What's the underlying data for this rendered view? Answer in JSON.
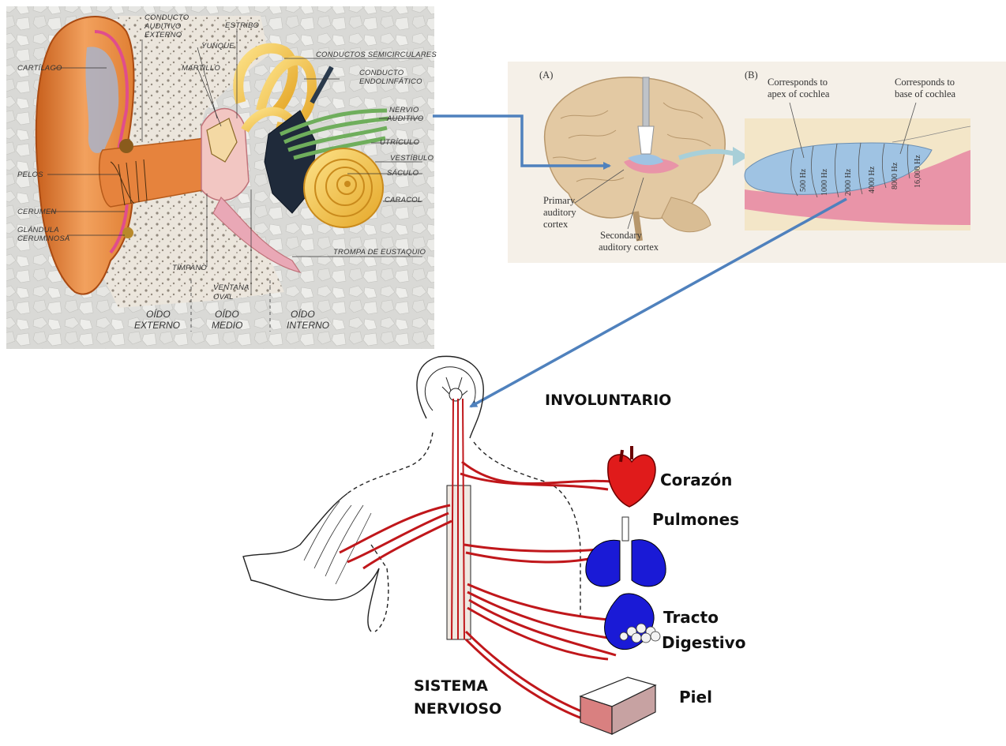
{
  "ear": {
    "labels": {
      "conducto_auditivo_externo_1": "CONDUCTO",
      "conducto_auditivo_externo_2": "AUDITIVO",
      "conducto_auditivo_externo_3": "EXTERNO",
      "estribo": "ESTRIBO",
      "yunque": "YUNQUE",
      "martillo": "MARTILLO",
      "conductos_semicirculares": "CONDUCTOS SEMICIRCULARES",
      "conducto_endolinfatico_1": "CONDUCTO",
      "conducto_endolinfatico_2": "ENDOLINFÁTICO",
      "nervio_auditivo_1": "NERVIO",
      "nervio_auditivo_2": "AUDITIVO",
      "utriculo": "UTRÍCULO",
      "vestibulo": "VESTÍBULO",
      "saculo": "SÁCULO",
      "caracol": "CARACOL",
      "trompa": "TROMPA DE EUSTAQUIO",
      "cartilago": "CARTÍLAGO",
      "pelos": "PELOS",
      "cerumen": "CERUMEN",
      "glandula_1": "GLÁNDULA",
      "glandula_2": "CERUMINOSA",
      "timpano": "TÍMPANO",
      "ventana_1": "VENTANA",
      "ventana_2": "OVAL",
      "oido_externo_1": "OÍDO",
      "oido_externo_2": "EXTERNO",
      "oido_medio_1": "OÍDO",
      "oido_medio_2": "MEDIO",
      "oido_interno_1": "OÍDO",
      "oido_interno_2": "INTERNO"
    }
  },
  "brain": {
    "panel_a": "(A)",
    "panel_b": "(B)",
    "primary_1": "Primary",
    "primary_2": "auditory",
    "primary_3": "cortex",
    "secondary_1": "Secondary",
    "secondary_2": "auditory cortex",
    "apex_1": "Corresponds to",
    "apex_2": "apex of cochlea",
    "base_1": "Corresponds to",
    "base_2": "base of cochlea",
    "frequencies": [
      "500 Hz",
      "1000 Hz",
      "2000 Hz",
      "4000 Hz",
      "8000 Hz",
      "16,000 Hz"
    ]
  },
  "nervous": {
    "involuntario": "INVOLUNTARIO",
    "corazon": "Corazón",
    "pulmones": "Pulmones",
    "tracto": "Tracto",
    "digestivo": "Digestivo",
    "piel": "Piel",
    "sistema": "SISTEMA",
    "nervioso": "NERVIOSO"
  },
  "colors": {
    "arrow": "#4f81bd",
    "nerve": "#c0171b",
    "heart": "#e01b1b",
    "lungs": "#1a1ad6",
    "cochlea_blue": "#9fc3e3",
    "cochlea_pink": "#e994a8",
    "brain_tan": "#e3c9a3"
  }
}
